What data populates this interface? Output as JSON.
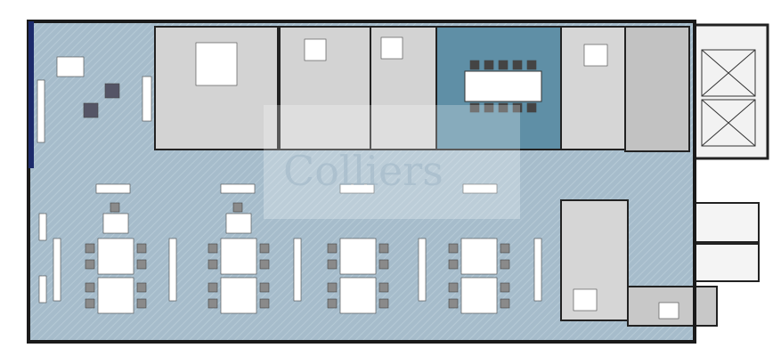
{
  "watermark": {
    "text": "Colliers"
  },
  "colors": {
    "open_area": "#a6bccb",
    "office_gray": "#d2d2d2",
    "meeting_room": "#5f8fa6",
    "wall": "#1a1a1a",
    "furniture": "#ffffff",
    "chair": "#8a8a8a"
  },
  "rooms": [
    {
      "type": "open-office"
    },
    {
      "type": "office"
    },
    {
      "type": "office"
    },
    {
      "type": "office"
    },
    {
      "type": "meeting-room"
    },
    {
      "type": "office"
    },
    {
      "type": "storage"
    },
    {
      "type": "stairs-elevator"
    },
    {
      "type": "restroom"
    },
    {
      "type": "restroom"
    }
  ]
}
